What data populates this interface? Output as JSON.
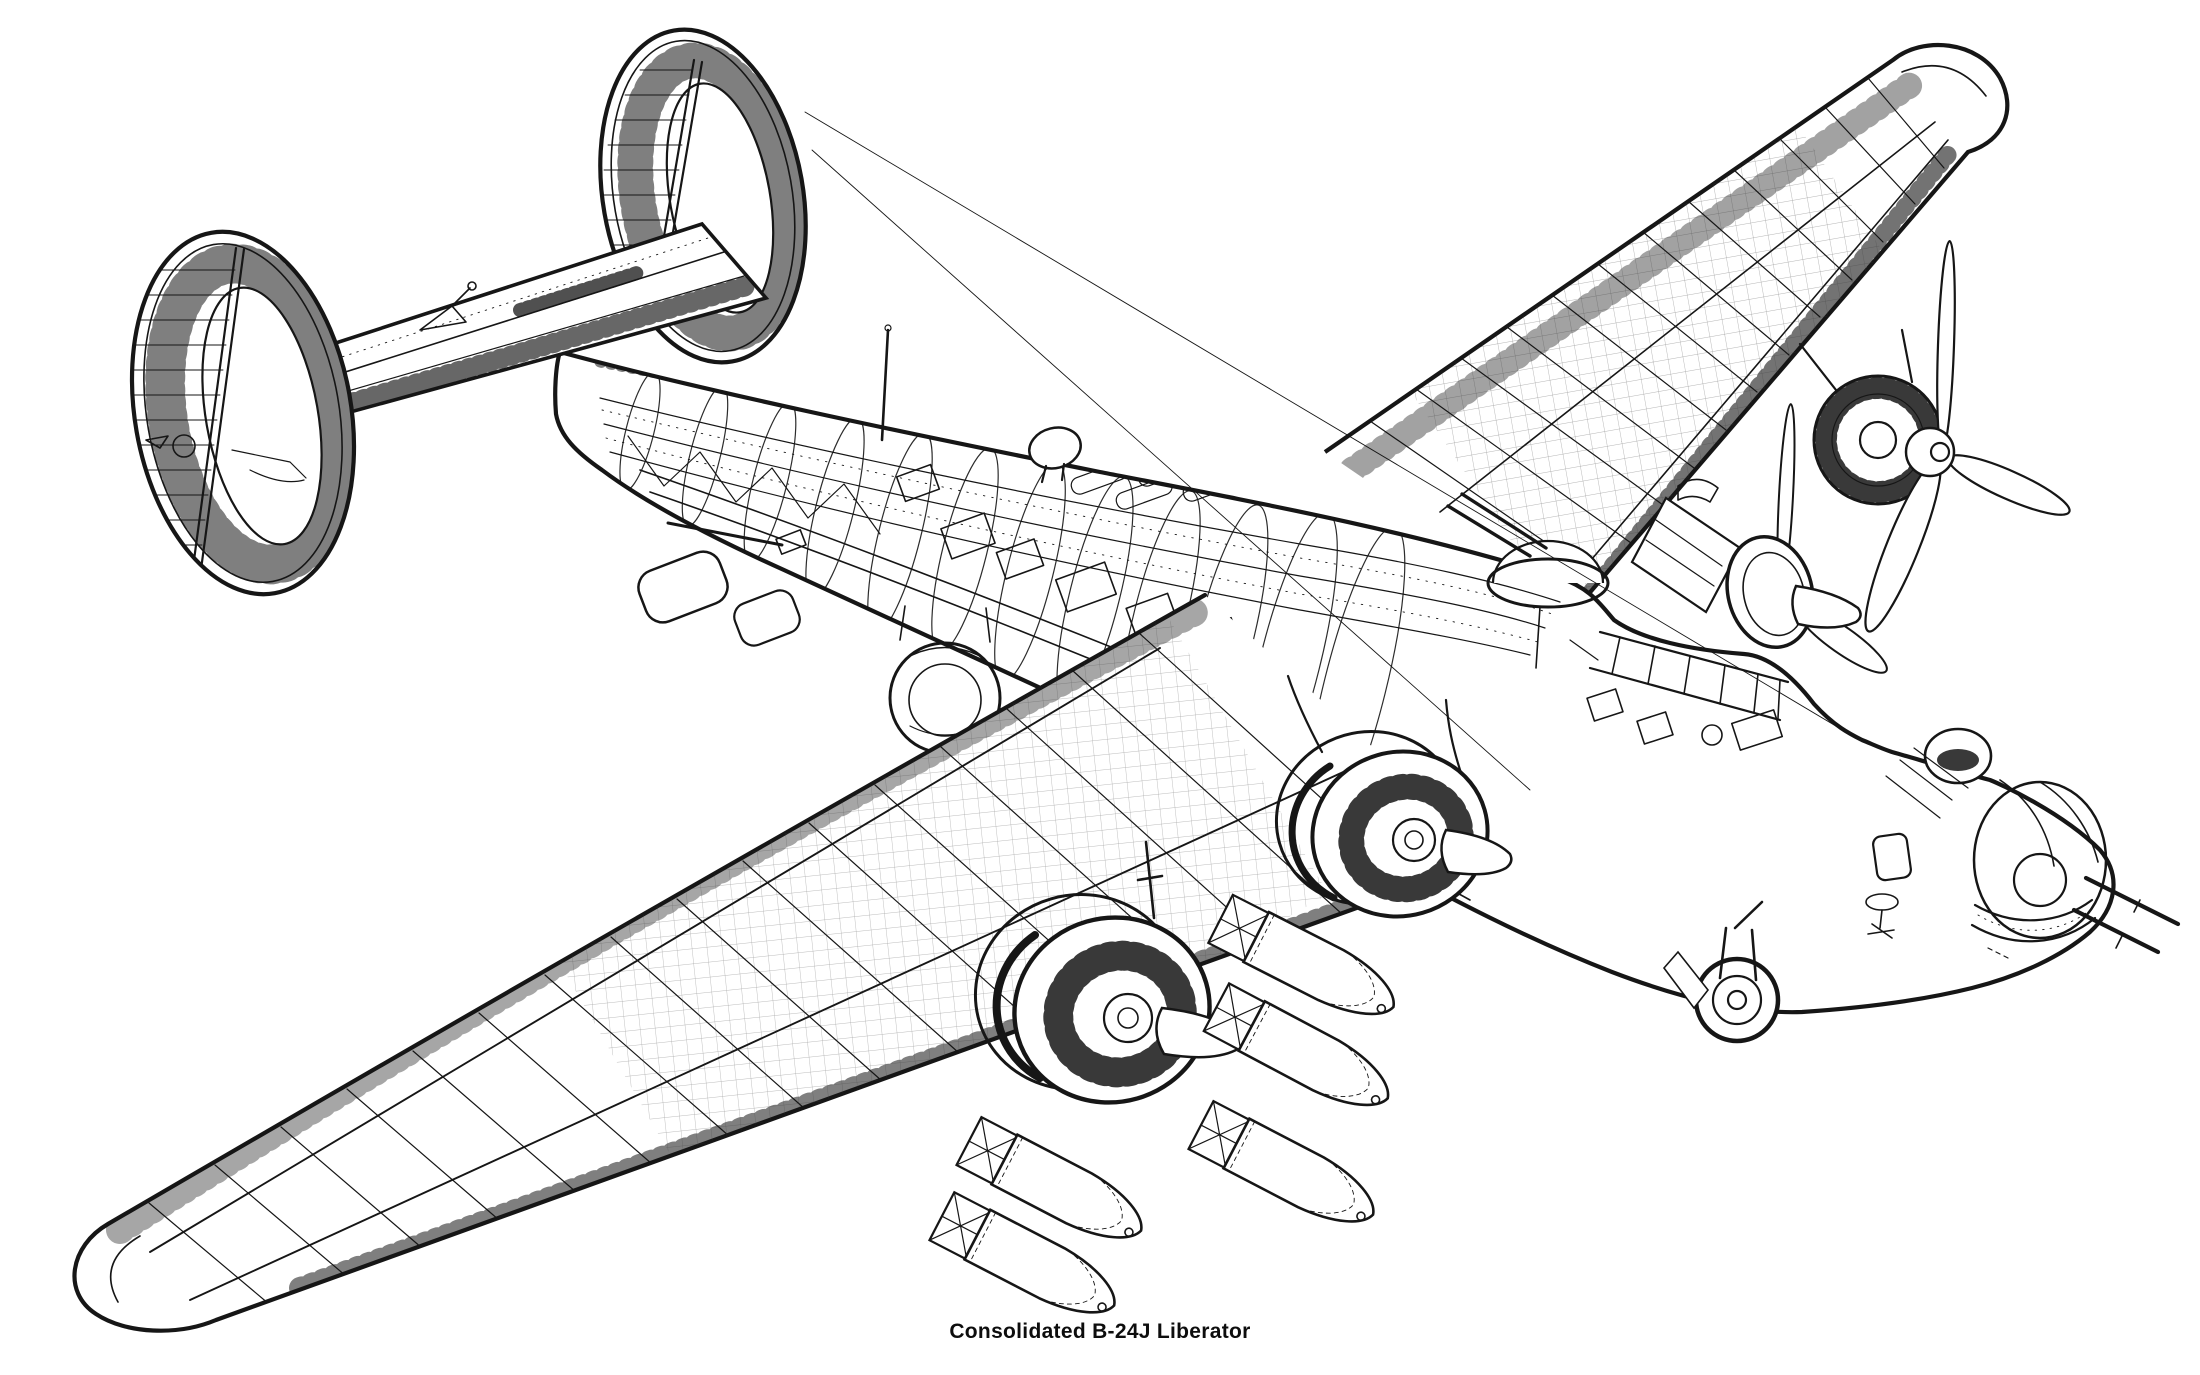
{
  "figure": {
    "caption": "Consolidated B-24J Liberator",
    "aircraft_name": "Consolidated B-24J Liberator",
    "drawing_style": "black-ink cutaway line illustration on white paper",
    "ink_color": "#161616",
    "paper_color": "#ffffff",
    "engine_count": 4,
    "falling_bomb_count": 5,
    "tail_fin_count": 2
  },
  "parts": {
    "tail": [
      "port tail fin",
      "starboard tail fin",
      "tailplane with elevator"
    ],
    "fuselage": [
      "rear fuselage frames",
      "waist gun",
      "ball turret",
      "top turret",
      "cockpit canopy",
      "astrodome",
      "nose turret with twin guns",
      "nose wheel",
      "bomb bay",
      "oxygen bottles",
      "antenna mast",
      "antenna wires"
    ],
    "wings": [
      "port wing with ribs and spars",
      "starboard wing with ribs and spars"
    ],
    "engines": [
      "port outer radial engine",
      "port inner radial engine",
      "starboard inner engine with propeller",
      "starboard outer engine with propeller"
    ],
    "ordnance": [
      "five falling general purpose bombs"
    ]
  }
}
